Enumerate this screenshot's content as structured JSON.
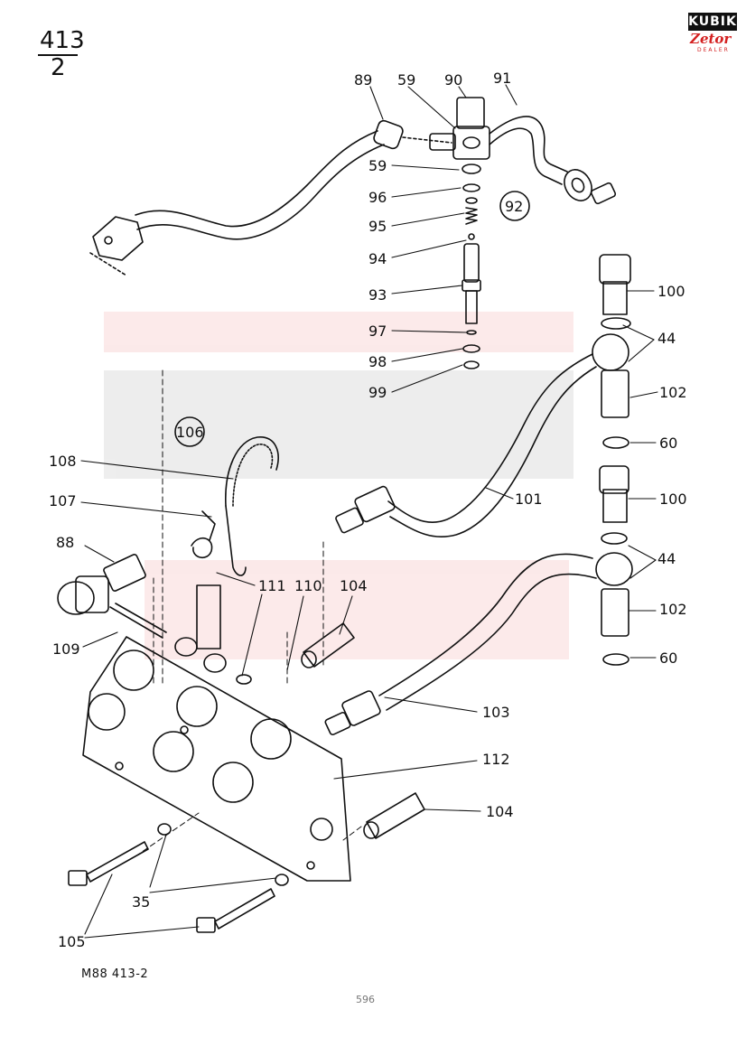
{
  "figure": {
    "number_top": "413",
    "number_bottom": "2",
    "code": "M88  413-2",
    "page_number": "596"
  },
  "logo": {
    "brand": "KUBIK",
    "sub": "Zetor",
    "dealer": "DEALER"
  },
  "callouts": {
    "c89": "89",
    "c59a": "59",
    "c90": "90",
    "c91": "91",
    "c59b": "59",
    "c96": "96",
    "c95": "95",
    "c94": "94",
    "c93": "93",
    "c97": "97",
    "c98": "98",
    "c99": "99",
    "c92": "92",
    "c100a": "100",
    "c44a": "44",
    "c102a": "102",
    "c60a": "60",
    "c106": "106",
    "c108": "108",
    "c107": "107",
    "c101": "101",
    "c100b": "100",
    "c88": "88",
    "c44b": "44",
    "c111": "111",
    "c110": "110",
    "c104a": "104",
    "c102b": "102",
    "c109": "109",
    "c60b": "60",
    "c103": "103",
    "c112": "112",
    "c104b": "104",
    "c35": "35",
    "c105": "105"
  }
}
